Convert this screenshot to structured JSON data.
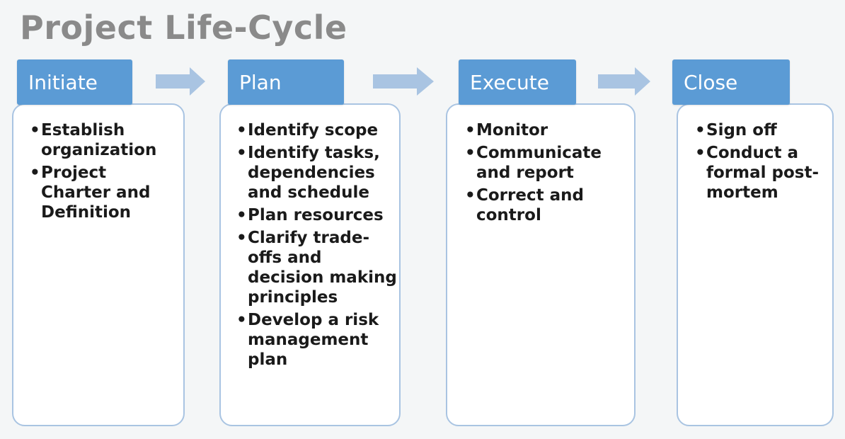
{
  "title": "Project Life-Cycle",
  "colors": {
    "header": "#5b9bd5",
    "box_border": "#a9c4e2",
    "arrow": "#a9c4e2",
    "title": "#8a8a8a"
  },
  "stages": [
    {
      "name": "Initiate",
      "items": [
        "Establish organization",
        "Project Charter and Definition"
      ]
    },
    {
      "name": "Plan",
      "items": [
        "Identify scope",
        "Identify tasks, dependencies and schedule",
        "Plan resources",
        "Clarify trade-offs and decision making principles",
        "Develop a risk management plan"
      ]
    },
    {
      "name": "Execute",
      "items": [
        "Monitor",
        "Communicate and report",
        "Correct and control"
      ]
    },
    {
      "name": "Close",
      "items": [
        "Sign off",
        "Conduct a formal post-mortem"
      ]
    }
  ],
  "bullet_char": "•"
}
